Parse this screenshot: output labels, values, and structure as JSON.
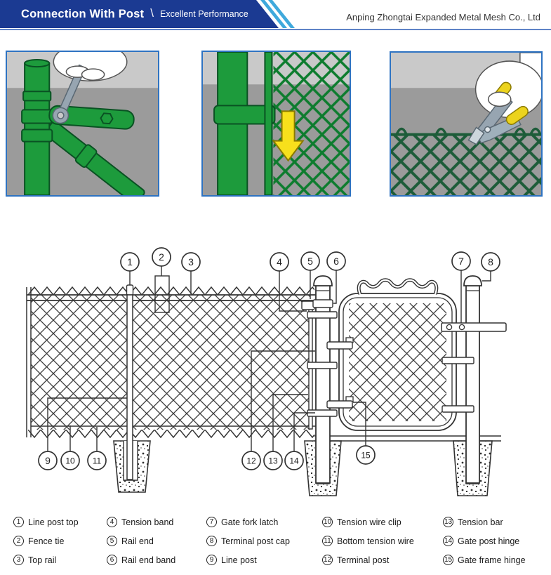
{
  "header": {
    "title": "Connection With Post",
    "divider": "\\",
    "subtitle": "Excellent Performance",
    "company": "Anping Zhongtai Expanded Metal Mesh Co., Ltd"
  },
  "palette": {
    "banner_blue": "#1b3a92",
    "stripe_blue": "#3fa9dc",
    "rule_blue": "#2c5cb5",
    "photo_border_blue": "#2e73c2",
    "post_green": "#1d9b3c",
    "post_green_dark": "#0a5223",
    "mesh_green_dark": "#1d5c39",
    "arrow_yellow": "#f7e01c",
    "diagram_line": "#333333",
    "bg_gray_light": "#c9c9c9",
    "bg_gray_dark": "#9b9b9b"
  },
  "photos": [
    {
      "icon": "wrench-tightening-brace-band-icon"
    },
    {
      "icon": "tension-bar-band-arrow-icon"
    },
    {
      "icon": "pliers-twisting-mesh-wire-icon"
    }
  ],
  "legend": {
    "items": [
      {
        "num": "1",
        "label": "Line post top"
      },
      {
        "num": "2",
        "label": "Fence tie"
      },
      {
        "num": "3",
        "label": "Top rail"
      },
      {
        "num": "4",
        "label": "Tension band"
      },
      {
        "num": "5",
        "label": "Rail end"
      },
      {
        "num": "6",
        "label": "Rail end band"
      },
      {
        "num": "7",
        "label": "Gate fork latch"
      },
      {
        "num": "8",
        "label": "Terminal post cap"
      },
      {
        "num": "9",
        "label": "Line post"
      },
      {
        "num": "10",
        "label": "Tension wire clip"
      },
      {
        "num": "11",
        "label": "Bottom tension wire"
      },
      {
        "num": "12",
        "label": "Terminal post"
      },
      {
        "num": "13",
        "label": "Tension bar"
      },
      {
        "num": "14",
        "label": "Gate post hinge"
      },
      {
        "num": "15",
        "label": "Gate frame hinge"
      }
    ]
  }
}
